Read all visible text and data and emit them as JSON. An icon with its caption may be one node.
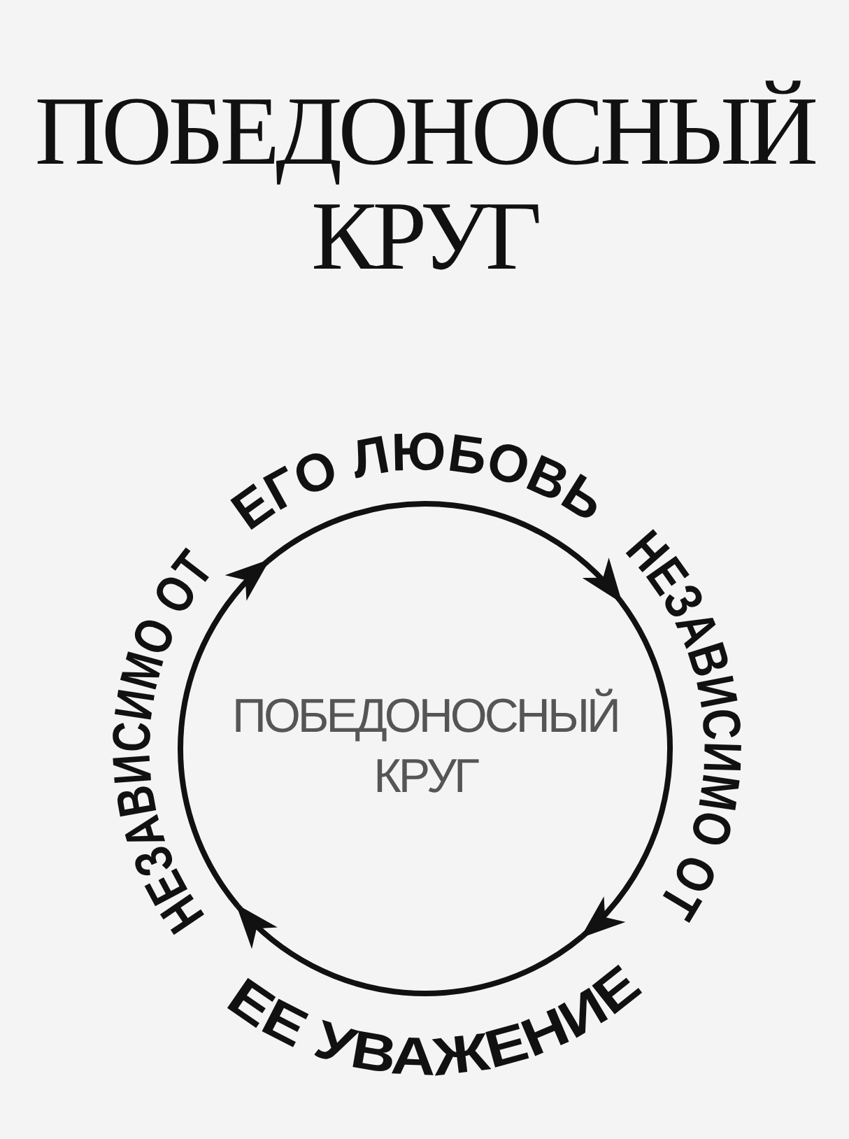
{
  "diagram": {
    "title": "ПОБЕДОНОСНЫЙ КРУГ",
    "nodes": [
      {
        "text": [
          "ЕГО ЛЮБОВЬ"
        ]
      },
      {
        "text": [
          "НЕЗАВИСИМО ОТ"
        ]
      },
      {
        "text": [
          "ЕЕ УВАЖЕНИЕ"
        ]
      },
      {
        "text": [
          "НЕЗАВИСИМО ОТ"
        ]
      }
    ],
    "edges": [
      {
        "from": 0,
        "to": 1,
        "arrow": "to"
      },
      {
        "from": 1,
        "to": 2,
        "arrow": "to"
      },
      {
        "from": 2,
        "to": 3,
        "arrow": "to"
      },
      {
        "from": 3,
        "to": 0,
        "arrow": "to"
      }
    ],
    "labels": [
      "ПОБЕДОНОСНЫЙ КРУГ"
    ]
  }
}
